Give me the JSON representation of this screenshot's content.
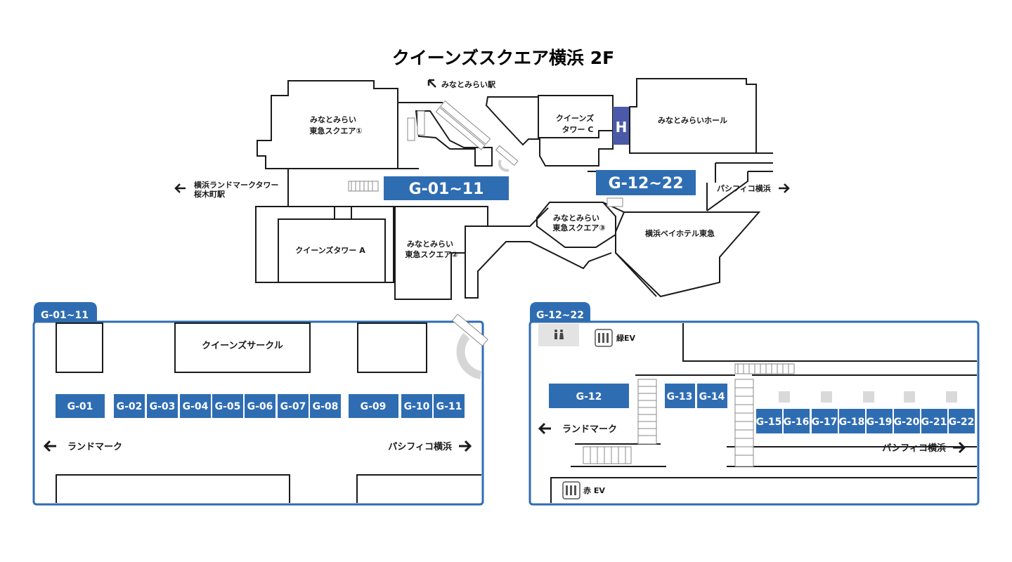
{
  "title": "クイーンズスクエア横浜 2F",
  "map": {
    "minatomirai_station": "みなとみらい駅",
    "tokyu_square_1_line1": "みなとみらい",
    "tokyu_square_1_line2": "東急スクエア①",
    "queens_tower_c_line1": "クイーンズ",
    "queens_tower_c_line2": "タワー C",
    "hall_marker": "H",
    "minatomirai_hall": "みなとみらいホール",
    "landmark_line1": "横浜ランドマークタワー",
    "landmark_line2": "桜木町駅",
    "pacifico": "パシフィコ横浜",
    "zone_a_label": "G-01~11",
    "zone_b_label": "G-12~22",
    "tokyu_square_3_line1": "みなとみらい",
    "tokyu_square_3_line2": "東急スクエア③",
    "bay_hotel": "横浜ベイホテル東急",
    "queens_tower_a": "クイーンズタワー A",
    "tokyu_square_2_line1": "みなとみらい",
    "tokyu_square_2_line2": "東急スクエア②"
  },
  "panel_a": {
    "tab": "G-01~11",
    "queens_circle": "クイーンズサークル",
    "shops": [
      "G-01",
      "G-02",
      "G-03",
      "G-04",
      "G-05",
      "G-06",
      "G-07",
      "G-08",
      "G-09",
      "G-10",
      "G-11"
    ],
    "to_left": "ランドマーク",
    "to_right": "パシフィコ横浜"
  },
  "panel_b": {
    "tab": "G-12~22",
    "green_ev": "緑EV",
    "red_ev": "赤 EV",
    "shops_left": [
      "G-12",
      "G-13",
      "G-14"
    ],
    "shops_right": [
      "G-15",
      "G-16",
      "G-17",
      "G-18",
      "G-19",
      "G-20",
      "G-21",
      "G-22"
    ],
    "to_left": "ランドマーク",
    "to_right": "パシフィコ横浜"
  },
  "icons": [
    "arrow-left-icon",
    "arrow-right-icon",
    "arrow-upleft-icon",
    "restroom-icon",
    "elevator-icon"
  ],
  "colors": {
    "accent": "#2f6db3",
    "hall": "#4a5aa8",
    "restroom_bg": "#e3e3e3"
  }
}
